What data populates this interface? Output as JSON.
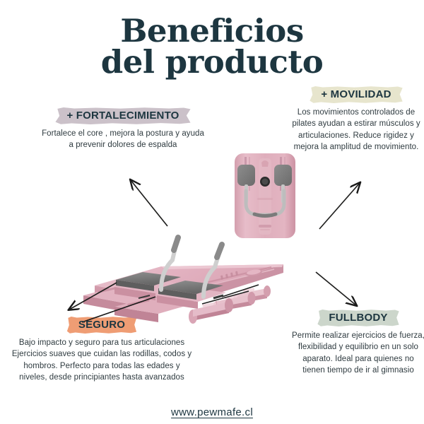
{
  "page": {
    "background_color": "#ffffff",
    "title": {
      "line1": "Beneficios",
      "line2": "del producto",
      "color": "#1d3640"
    },
    "footer": {
      "url": "www.pewmafe.cl"
    }
  },
  "benefits": [
    {
      "id": "fortalecimiento",
      "badge": "+ FORTALECIMIENTO",
      "band_color": "#cbc1c9",
      "body": "Fortalece el core ,  mejora la postura y ayuda a prevenir dolores de espalda"
    },
    {
      "id": "movilidad",
      "badge": "+ MOVILIDAD",
      "band_color": "#e7e5cd",
      "body": "Los movimientos controlados de pilates ayudan a estirar músculos y articulaciones. Reduce rigidez y mejora la amplitud de movimiento."
    },
    {
      "id": "seguro",
      "badge": "SEGURO",
      "band_color": "#ef9d74",
      "body": "Bajo impacto y seguro para tus articulaciones Ejercicios suaves que cuidan las rodillas, codos y hombros. Perfecto para todas las edades y niveles, desde principiantes hasta avanzados"
    },
    {
      "id": "fullbody",
      "badge": "FULLBODY",
      "band_color": "#ccd6cb",
      "body": "Permite realizar ejercicios de fuerza, flexibilidad y equilibrio en un solo aparato. Ideal para quienes no tienen tiempo de ir al gimnasio"
    }
  ],
  "product": {
    "upright_name": "pilates-reformer-folded-upright",
    "reformer_name": "pilates-reformer-machine",
    "body_color": "#e0aebc",
    "body_color_light": "#edc9d3",
    "body_color_dark": "#c98ea0",
    "pad_color": "#7e7e7e",
    "pad_color_dark": "#6a6a6a",
    "metal_color": "#c9c9c9"
  },
  "arrows": [
    {
      "name": "arrow-to-fortalecimiento",
      "direction": "up-left"
    },
    {
      "name": "arrow-to-movilidad",
      "direction": "up-right"
    },
    {
      "name": "arrow-to-seguro",
      "direction": "down-left"
    },
    {
      "name": "arrow-to-fullbody",
      "direction": "down-right"
    }
  ]
}
